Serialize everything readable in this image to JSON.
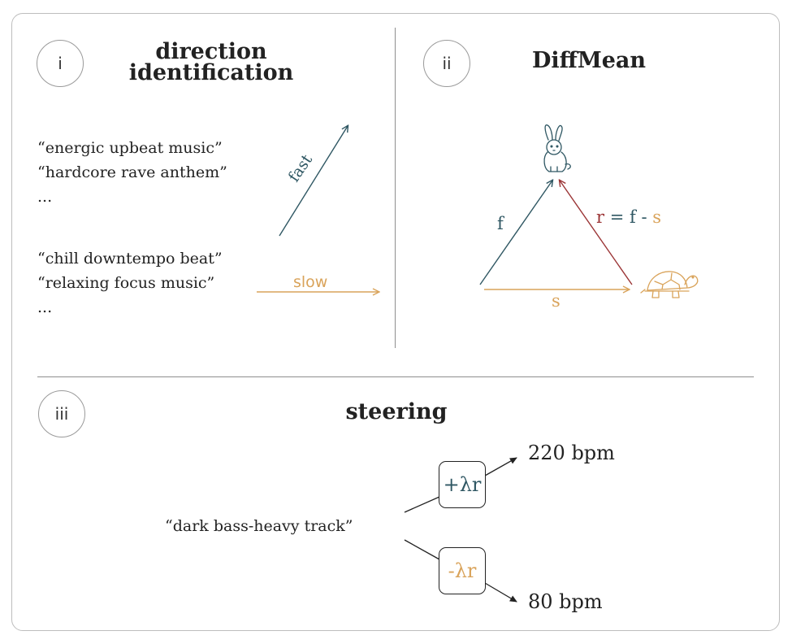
{
  "panels": {
    "one": {
      "label": "i",
      "title_line1": "direction",
      "title_line2": "identification",
      "fast_prompts": [
        "“energic upbeat music”",
        "“hardcore rave anthem”",
        "..."
      ],
      "slow_prompts": [
        "“chill downtempo beat”",
        "“relaxing focus music”",
        "..."
      ],
      "fast_label": "fast",
      "slow_label": "slow"
    },
    "two": {
      "label": "ii",
      "title": "DiffMean",
      "f_label": "f",
      "s_label": "s",
      "r_eq": {
        "r": "r",
        "eq": "= f -",
        "s": "s"
      },
      "icons": [
        "rabbit-icon",
        "turtle-icon"
      ]
    },
    "three": {
      "label": "iii",
      "title": "steering",
      "prompt": "“dark bass-heavy track”",
      "plus_op": "+λr",
      "minus_op": "-λr",
      "high_out": "220 bpm",
      "low_out": "80 bpm"
    }
  },
  "colors": {
    "teal": "#2f5763",
    "gold": "#d9a35a",
    "red": "#9b3536",
    "border": "#bdbdbd"
  }
}
